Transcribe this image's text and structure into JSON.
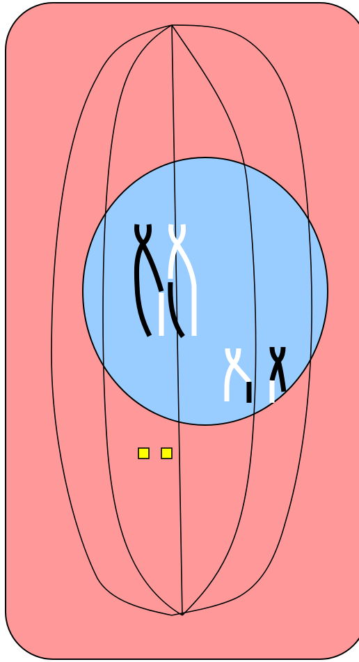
{
  "diagram": {
    "subject": "cell-division-spindle",
    "colors": {
      "cell_fill": "#ff9999",
      "nucleus_fill": "#99ccff",
      "outline": "#000000",
      "chromosome_dark": "#000000",
      "chromosome_light": "#ffffff",
      "centriole_fill": "#ffff00"
    },
    "chromosome_count": 4,
    "centriole_count": 2
  }
}
